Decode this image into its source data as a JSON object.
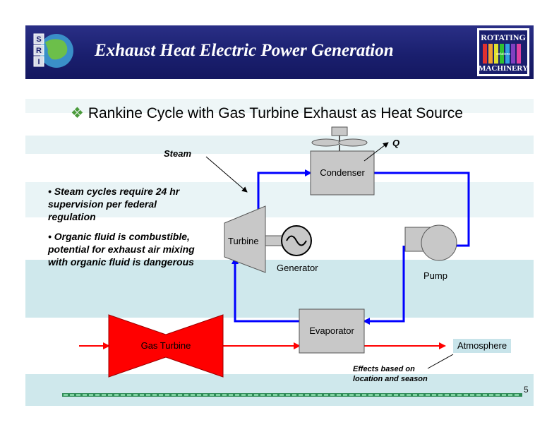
{
  "header": {
    "title": "Exhaust Heat Electric Power Generation",
    "logo_left_text": "SRI",
    "logo_right_text_1": "ROTATING",
    "logo_right_text_2": "MACHINERY",
    "logo_right_subtext": "solutions"
  },
  "heading": {
    "text": "Rankine Cycle with Gas Turbine Exhaust as Heat Source"
  },
  "bullets": [
    "• Steam cycles require 24 hr supervision per federal regulation",
    "• Organic fluid is combustible, potential for exhaust air mixing with organic fluid is dangerous"
  ],
  "diagram": {
    "steam": "Steam",
    "q": "Q",
    "condenser": "Condenser",
    "turbine": "Turbine",
    "generator": "Generator",
    "pump": "Pump",
    "evaporator": "Evaporator",
    "gas_turbine": "Gas Turbine",
    "atmosphere": "Atmosphere",
    "effects": "Effects based on location and season"
  },
  "page_number": "5",
  "colors": {
    "header_bg": "#1a1f6e",
    "flow_line": "#0000ff",
    "exhaust_line": "#ff0000",
    "gas_turbine_fill": "#ff0000",
    "component_fill": "#c8c8c8",
    "band_blue": "#cfe8ec",
    "footer_green": "#2e8b57"
  }
}
